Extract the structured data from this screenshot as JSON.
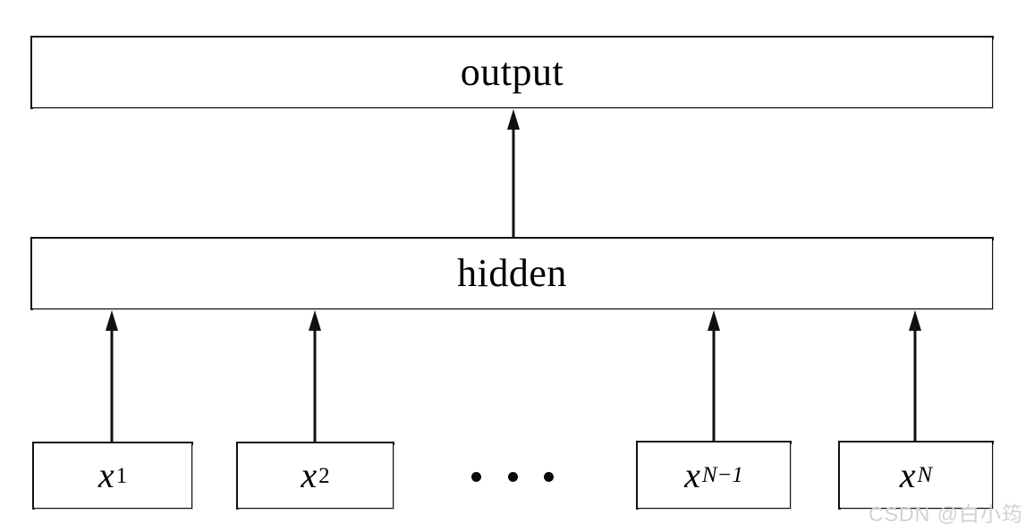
{
  "figure": {
    "type": "neural-network-architecture-diagram",
    "title": "",
    "background_color": "#ffffff",
    "stroke_color": "#111111"
  },
  "layers": {
    "output": {
      "label": "output",
      "name": "output-layer"
    },
    "hidden": {
      "label": "hidden",
      "name": "hidden-layer"
    }
  },
  "inputs": [
    {
      "base": "x",
      "sub": "1",
      "sub_italic": false,
      "label": "x1",
      "name": "input-node-x1"
    },
    {
      "base": "x",
      "sub": "2",
      "sub_italic": false,
      "label": "x2",
      "name": "input-node-x2"
    },
    {
      "base": "x",
      "sub": "N−1",
      "sub_italic": true,
      "label": "xN-1",
      "name": "input-node-xN-1"
    },
    {
      "base": "x",
      "sub": "N",
      "sub_italic": true,
      "label": "xN",
      "name": "input-node-xN"
    }
  ],
  "ellipsis": {
    "label": "...",
    "dot_count": 3,
    "meaning": "additional input nodes omitted"
  },
  "arrows": [
    {
      "name": "arrow-hidden-to-output",
      "from": "hidden",
      "to": "output",
      "direction": "up"
    },
    {
      "name": "arrow-x1-to-hidden",
      "from": "x1",
      "to": "hidden",
      "direction": "up"
    },
    {
      "name": "arrow-x2-to-hidden",
      "from": "x2",
      "to": "hidden",
      "direction": "up"
    },
    {
      "name": "arrow-xN-1-to-hidden",
      "from": "xN-1",
      "to": "hidden",
      "direction": "up"
    },
    {
      "name": "arrow-xN-to-hidden",
      "from": "xN",
      "to": "hidden",
      "direction": "up"
    }
  ],
  "watermark": {
    "text": "CSDN @白小筠",
    "color": "#d2d2d2"
  }
}
